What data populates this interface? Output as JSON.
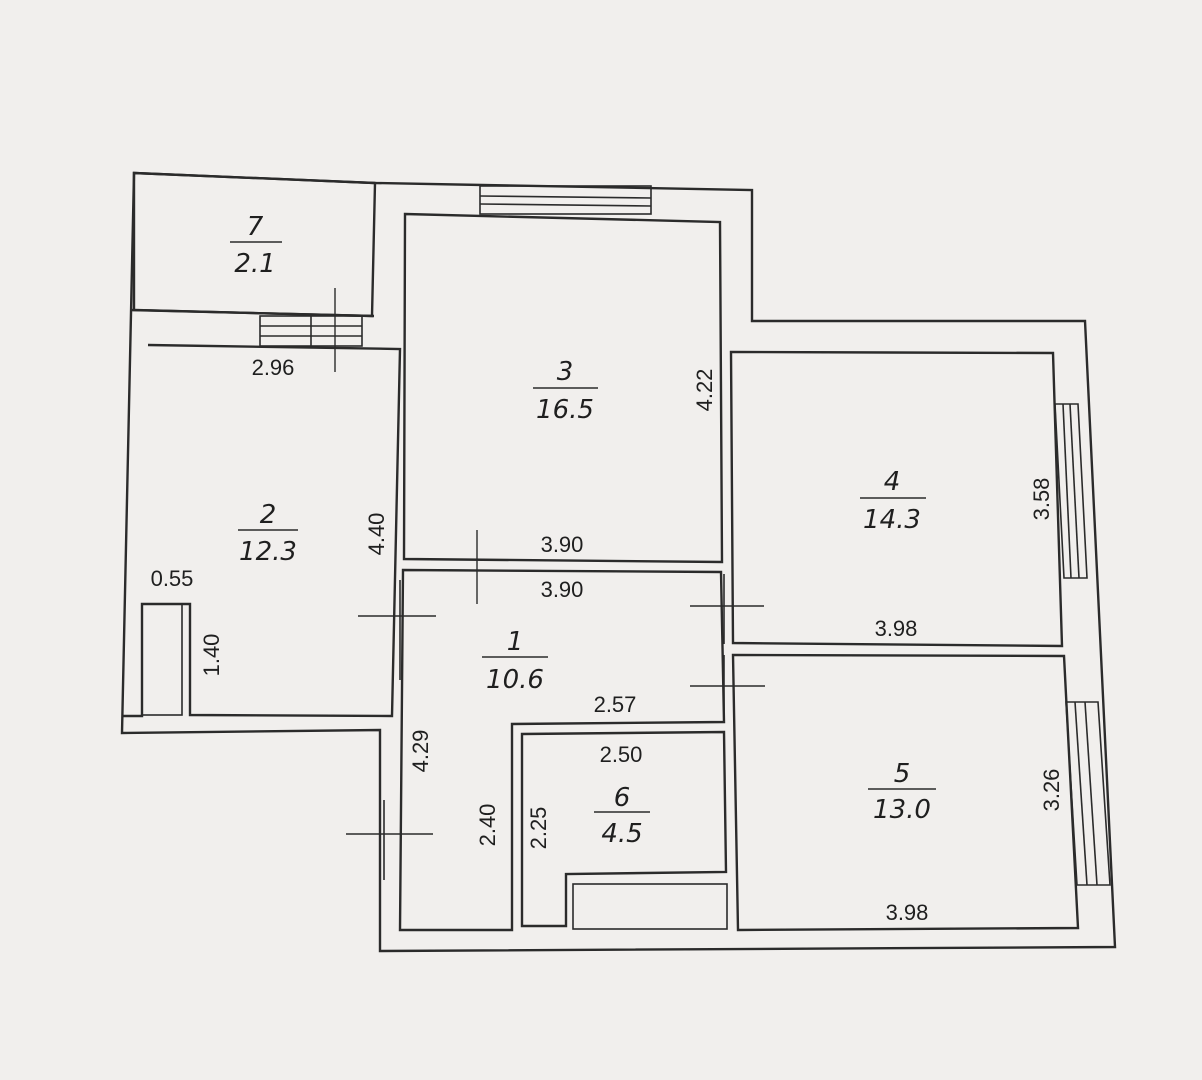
{
  "rooms": [
    {
      "number": "1",
      "area": "10.6"
    },
    {
      "number": "2",
      "area": "12.3"
    },
    {
      "number": "3",
      "area": "16.5"
    },
    {
      "number": "4",
      "area": "14.3"
    },
    {
      "number": "5",
      "area": "13.0"
    },
    {
      "number": "6",
      "area": "4.5"
    },
    {
      "number": "7",
      "area": "2.1"
    }
  ],
  "dimensions": {
    "room2_width": "2.96",
    "room2_height": "4.40",
    "room2_niche_width": "0.55",
    "room2_niche_height": "1.40",
    "room3_width": "3.90",
    "room3_height": "4.22",
    "room1_width": "3.90",
    "room1_height": "4.29",
    "room1_lower_width": "2.57",
    "room1_lower_height": "2.40",
    "room6_width": "2.50",
    "room6_height": "2.25",
    "room4_width": "3.98",
    "room4_height": "3.58",
    "room5_width": "3.98",
    "room5_height": "3.26"
  }
}
